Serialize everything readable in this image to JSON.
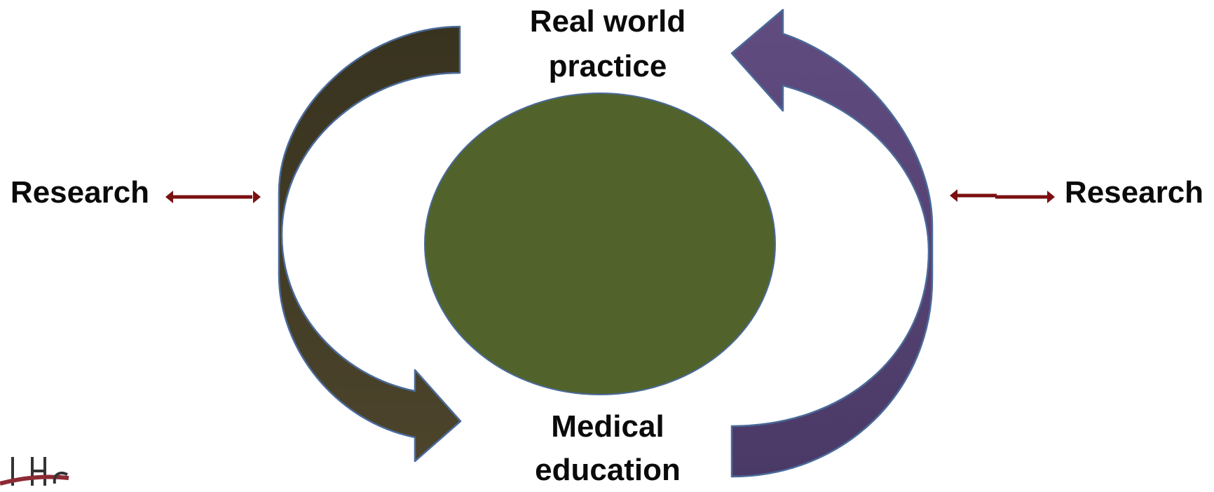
{
  "diagram": {
    "center_node": {
      "color": "#51632b"
    },
    "top_node": {
      "lines": [
        "Real world",
        "practice"
      ]
    },
    "bottom_node": {
      "lines": [
        "Medical",
        "education"
      ]
    },
    "left_node": {
      "label": "Research"
    },
    "right_node": {
      "label": "Research"
    },
    "edges": [
      {
        "from": "Real world practice",
        "to": "Medical education",
        "style": "curved arrow",
        "color": "#3f3a26"
      },
      {
        "from": "Medical education",
        "to": "Real world practice",
        "style": "curved arrow",
        "color": "#56457a"
      },
      {
        "between": [
          "Research",
          "cycle"
        ],
        "style": "double-headed arrow",
        "color": "#7b1012"
      },
      {
        "between": [
          "cycle",
          "Research"
        ],
        "style": "double-headed arrow",
        "color": "#7b1012"
      }
    ]
  }
}
